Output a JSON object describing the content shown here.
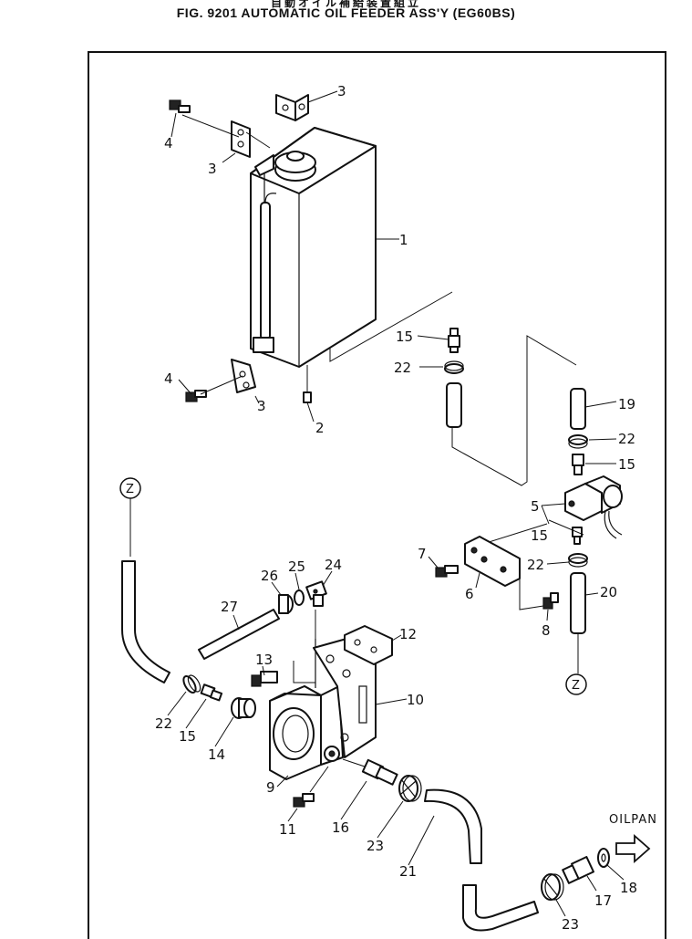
{
  "header": {
    "jp_title": "自動オイル補給装置組立",
    "fig_title": "FIG. 9201  AUTOMATIC OIL FEEDER ASS'Y (EG60BS)"
  },
  "callouts": {
    "p1": "1",
    "p2": "2",
    "p3a": "3",
    "p3b": "3",
    "p3c": "3",
    "p4a": "4",
    "p4b": "4",
    "p5": "5",
    "p6": "6",
    "p7": "7",
    "p8": "8",
    "p9": "9",
    "p10": "10",
    "p11": "11",
    "p12": "12",
    "p13": "13",
    "p14": "14",
    "p15a": "15",
    "p15b": "15",
    "p15c": "15",
    "p15d": "15",
    "p16": "16",
    "p17": "17",
    "p18": "18",
    "p19": "19",
    "p20": "20",
    "p21": "21",
    "p22a": "22",
    "p22b": "22",
    "p22c": "22",
    "p22d": "22",
    "p23a": "23",
    "p23b": "23",
    "p24": "24",
    "p25": "25",
    "p26": "26",
    "p27": "27"
  },
  "connectors": {
    "z_top": "Z",
    "z_bottom": "Z"
  },
  "oil_pan_label": "OILPAN"
}
